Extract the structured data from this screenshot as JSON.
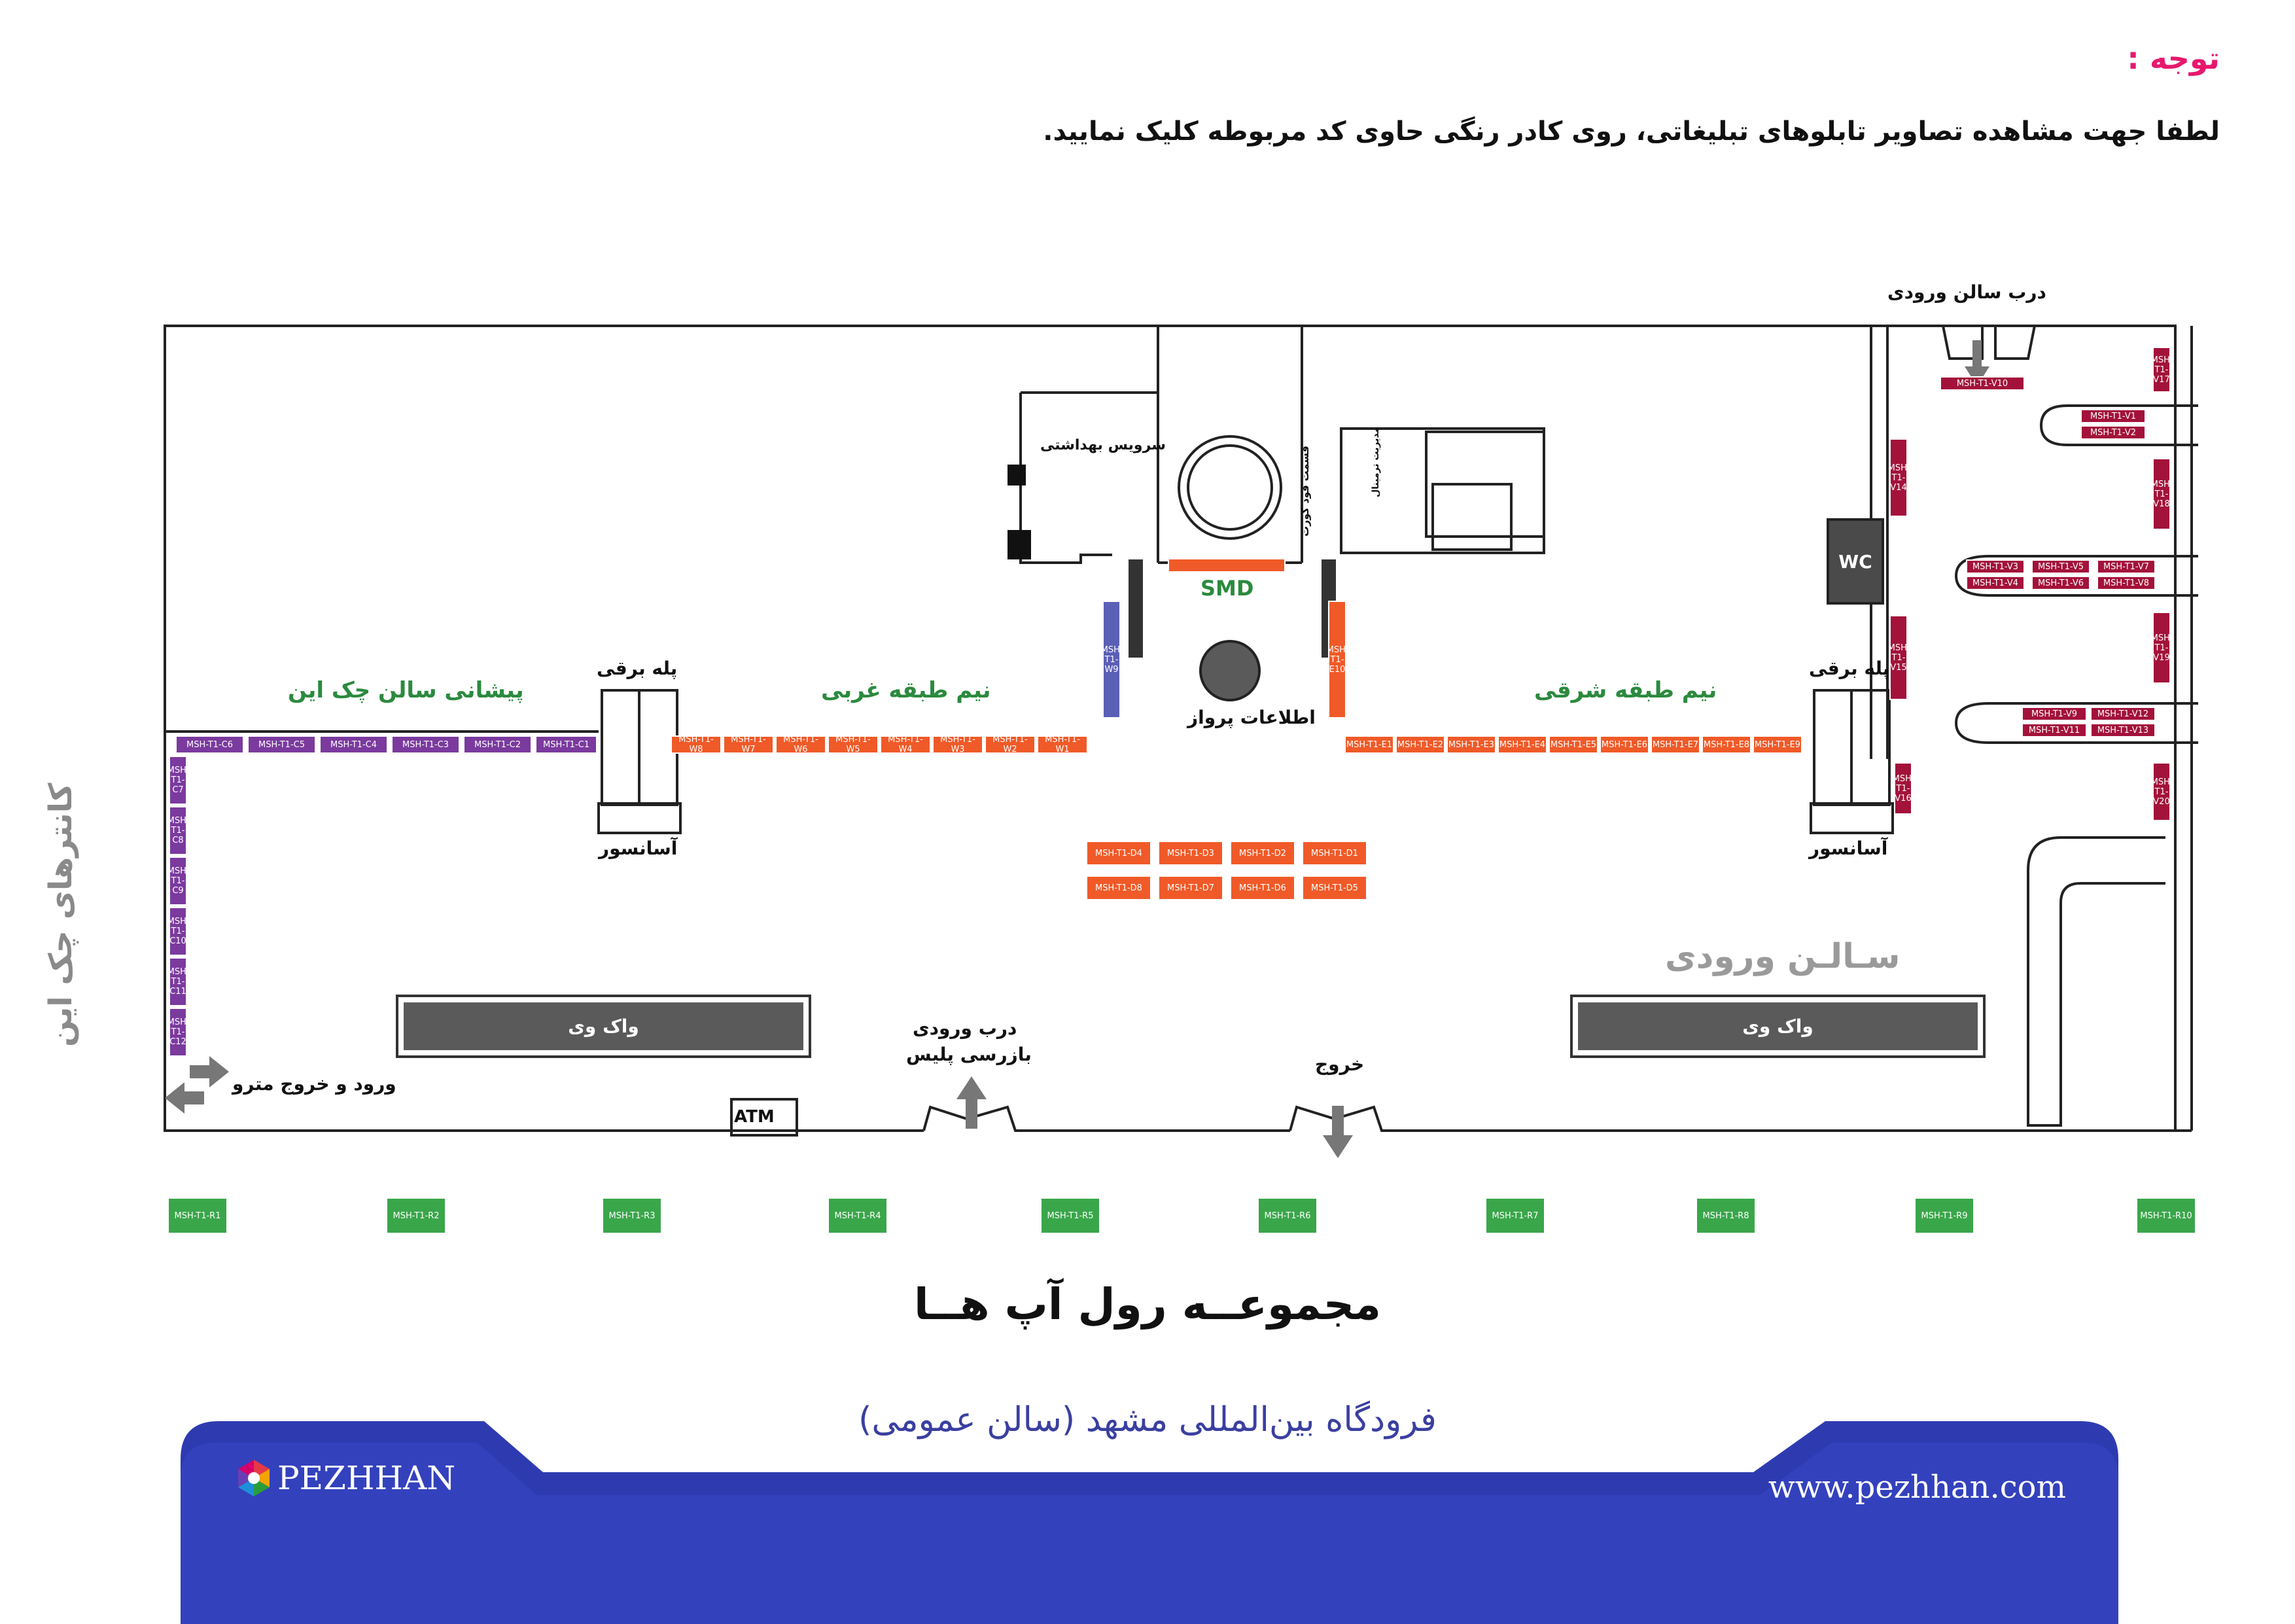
{
  "notice": {
    "title": "توجه :",
    "text": "لطفا جهت مشاهده تصاویر تابلوهای تبلیغاتی، روی کادر رنگی حاوی کد مربوطه کلیک نمایید."
  },
  "map": {
    "labels": {
      "entrance_hall_door": "درب سالن ورودی",
      "sanitary": "سرویس بهداشتی",
      "smd": "SMD",
      "flight_info": "اطلاعات پرواز",
      "checkin_front": "پیشانی سالن چک این",
      "escalator_w": "پله برقی",
      "elevator_w": "آسانسور",
      "west_mezzanine": "نیم طبقه غربی",
      "east_mezzanine": "نیم طبقه شرقی",
      "escalator_e": "پله برقی",
      "elevator_e": "آسانسور",
      "checkin_counters": "کانترهای چک این",
      "metro": "ورود و خروج مترو",
      "walkway_w": "واک وی",
      "walkway_e": "واک وی",
      "atm": "ATM",
      "police_door_1": "درب ورودی",
      "police_door_2": "بازرسی پلیس",
      "exit": "خروج",
      "entrance_hall": "سـالـن ورودی",
      "wc": "WC",
      "food_court": "قسمت فود کورت",
      "restaurant": "مدیریت ترمینال"
    },
    "boards": {
      "purple_front": [
        "MSH-T1-C6",
        "MSH-T1-C5",
        "MSH-T1-C4",
        "MSH-T1-C3",
        "MSH-T1-C2",
        "MSH-T1-C1"
      ],
      "purple_counter": [
        "MSH-T1-C7",
        "MSH-T1-C8",
        "MSH-T1-C9",
        "MSH-T1-C10",
        "MSH-T1-C11",
        "MSH-T1-C12"
      ],
      "orange_west": [
        "MSH-T1-W8",
        "MSH-T1-W7",
        "MSH-T1-W6",
        "MSH-T1-W5",
        "MSH-T1-W4",
        "MSH-T1-W3",
        "MSH-T1-W2",
        "MSH-T1-W1"
      ],
      "orange_east": [
        "MSH-T1-E1",
        "MSH-T1-E2",
        "MSH-T1-E3",
        "MSH-T1-E4",
        "MSH-T1-E5",
        "MSH-T1-E6",
        "MSH-T1-E7",
        "MSH-T1-E8",
        "MSH-T1-E9"
      ],
      "orange_center": [
        "MSH-T1-D4",
        "MSH-T1-D3",
        "MSH-T1-D2",
        "MSH-T1-D1",
        "MSH-T1-D8",
        "MSH-T1-D7",
        "MSH-T1-D6",
        "MSH-T1-D5"
      ],
      "blue": "MSH-T1-W9",
      "orange_pillar": "MSH-T1-E10",
      "crimson": [
        "MSH-T1-V10",
        "MSH-T1-V1",
        "MSH-T1-V2",
        "MSH-T1-V3",
        "MSH-T1-V4",
        "MSH-T1-V5",
        "MSH-T1-V6",
        "MSH-T1-V7",
        "MSH-T1-V8",
        "MSH-T1-V9",
        "MSH-T1-V11",
        "MSH-T1-V12",
        "MSH-T1-V13",
        "MSH-T1-V14",
        "MSH-T1-V15",
        "MSH-T1-V16",
        "MSH-T1-V17",
        "MSH-T1-V18",
        "MSH-T1-V19",
        "MSH-T1-V20"
      ],
      "green": [
        "MSH-T1-R1",
        "MSH-T1-R2",
        "MSH-T1-R3",
        "MSH-T1-R4",
        "MSH-T1-R5",
        "MSH-T1-R6",
        "MSH-T1-R7",
        "MSH-T1-R8",
        "MSH-T1-R9",
        "MSH-T1-R10"
      ]
    }
  },
  "subtitle": "مجموعــه رول آپ هــا",
  "location": "فرودگاه بین‌المللی مشهد (سالن عمومی)",
  "footer": {
    "logo": "PEZHHAN",
    "website": "www.pezhhan.com"
  },
  "colors": {
    "purple": "#7b3a9e",
    "orange": "#f05a28",
    "blue": "#5b5fb5",
    "crimson": "#a3123a",
    "green": "#3aa64a",
    "footer_blue": "#2e3bb0",
    "accent_pink": "#e6196e"
  }
}
